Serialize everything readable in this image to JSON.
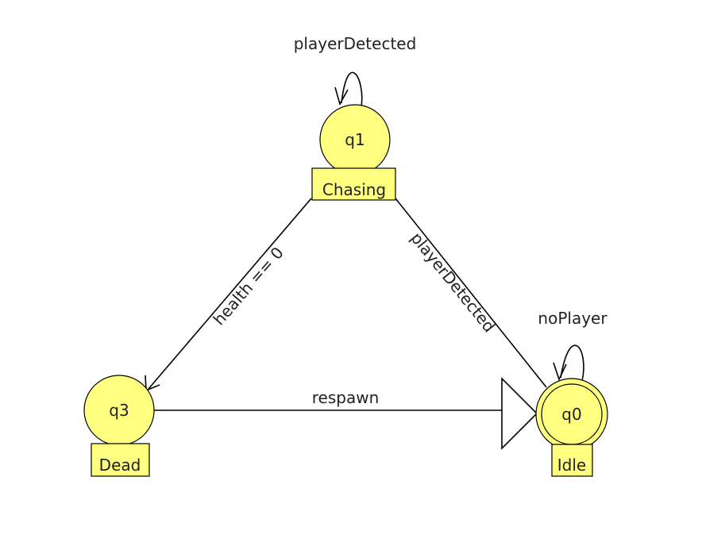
{
  "states": {
    "q1": {
      "id": "q1",
      "label": "Chasing"
    },
    "q3": {
      "id": "q3",
      "label": "Dead"
    },
    "q0": {
      "id": "q0",
      "label": "Idle"
    }
  },
  "transitions": {
    "q1_self": "playerDetected",
    "q1_to_q3": "health == 0",
    "q1_to_q0": "playerDetected",
    "q3_to_q0": "respawn",
    "q0_self": "noPlayer"
  },
  "colors": {
    "state_fill": "#ffff80",
    "stroke": "#000000"
  }
}
